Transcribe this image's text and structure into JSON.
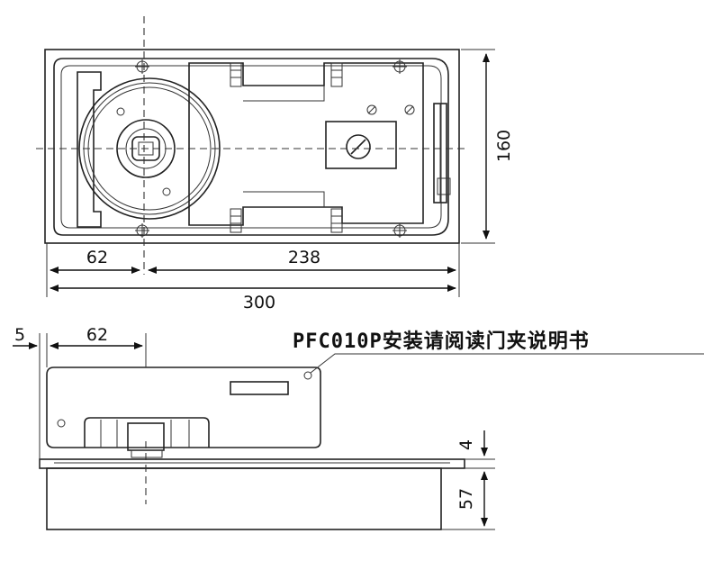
{
  "dimensions": {
    "top_view_height": "160",
    "center_offset": "62",
    "body_length": "238",
    "overall_length": "300",
    "side_offset": "5",
    "side_center": "62",
    "cover_thickness": "4",
    "box_depth": "57"
  },
  "note": "PFC010P安装请阅读门夹说明书"
}
